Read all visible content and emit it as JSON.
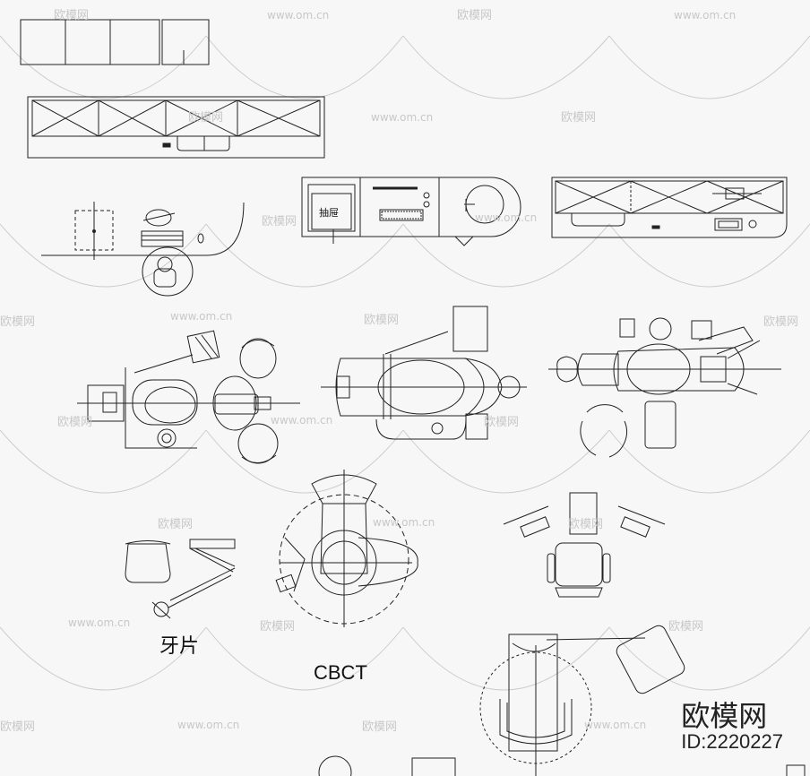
{
  "labels": {
    "xray": "牙片",
    "cbct": "CBCT",
    "drawer": "抽屉"
  },
  "brand": {
    "name": "欧模网",
    "id": "ID:2220227"
  },
  "watermark": {
    "site": "www.om.cn",
    "logo": "欧模网"
  },
  "colors": {
    "line": "#222222",
    "watermark": "#cccccc",
    "background": "#f7f7f7"
  }
}
